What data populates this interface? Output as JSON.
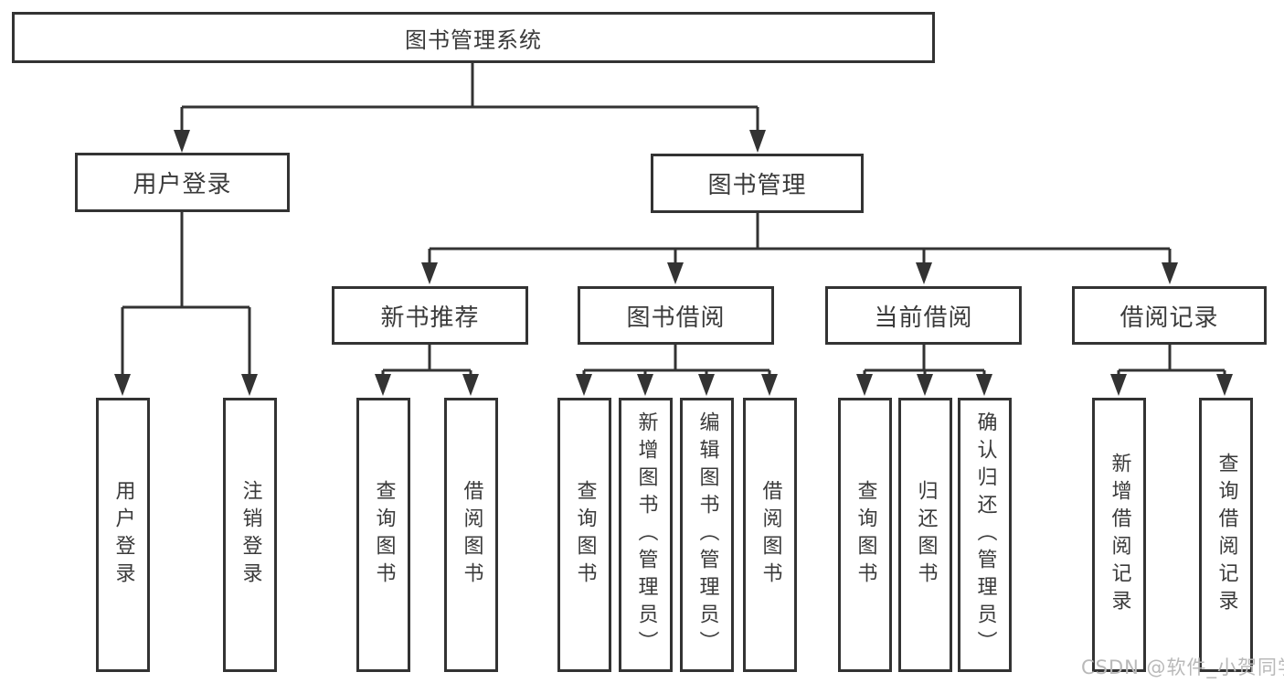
{
  "nodes": {
    "root": "图书管理系统",
    "user_login": "用户登录",
    "book_mgmt": "图书管理",
    "new_books": "新书推荐",
    "book_borrow": "图书借阅",
    "current_borrow": "当前借阅",
    "borrow_records": "借阅记录"
  },
  "leaves": [
    "用户登录",
    "注销登录",
    "查询图书",
    "借阅图书",
    "查询图书",
    "新增图书（管理员）",
    "编辑图书（管理员）",
    "借阅图书",
    "查询图书",
    "归还图书",
    "确认归还（管理员）",
    "新增借阅记录",
    "查询借阅记录"
  ],
  "watermark": "CSDN @软件_小贺同学",
  "colors": {
    "line": "#333333",
    "text": "#3a3a3a",
    "background": "#ffffff",
    "watermark": "#b9b9b9"
  }
}
